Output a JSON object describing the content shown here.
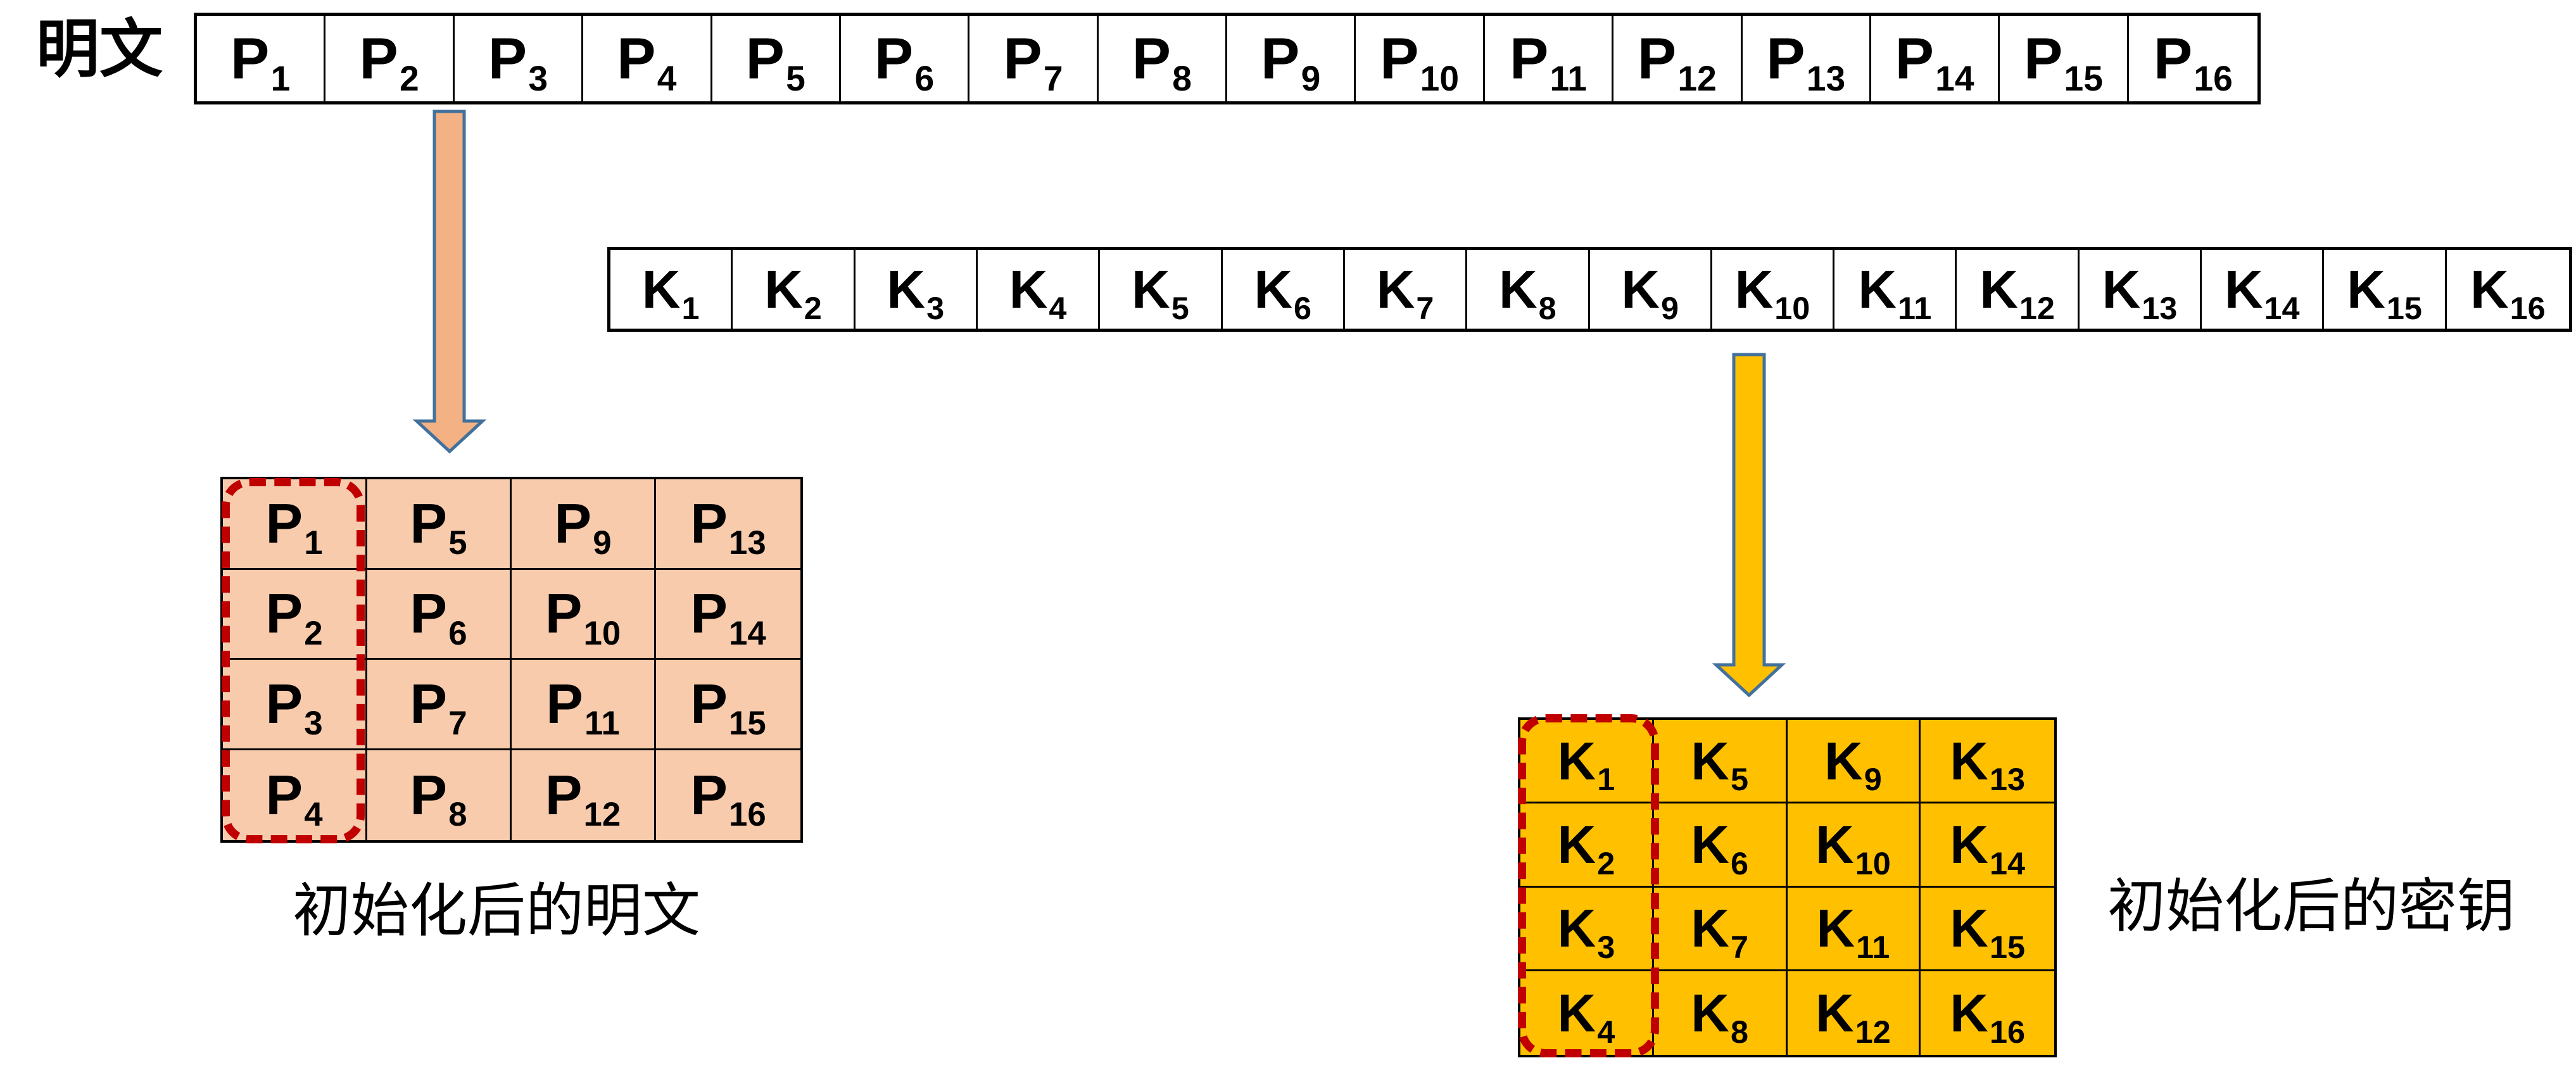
{
  "title_label": "明文",
  "plaintext_row": {
    "letter": "P",
    "indices": [
      "1",
      "2",
      "3",
      "4",
      "5",
      "6",
      "7",
      "8",
      "9",
      "10",
      "11",
      "12",
      "13",
      "14",
      "15",
      "16"
    ]
  },
  "key_row": {
    "letter": "K",
    "indices": [
      "1",
      "2",
      "3",
      "4",
      "5",
      "6",
      "7",
      "8",
      "9",
      "10",
      "11",
      "12",
      "13",
      "14",
      "15",
      "16"
    ]
  },
  "plaintext_matrix": {
    "letter": "P",
    "rows": [
      [
        "1",
        "5",
        "9",
        "13"
      ],
      [
        "2",
        "6",
        "10",
        "14"
      ],
      [
        "3",
        "7",
        "11",
        "15"
      ],
      [
        "4",
        "8",
        "12",
        "16"
      ]
    ],
    "caption": "初始化后的明文",
    "fill_color": "#F8CBAD",
    "highlight": "first column (dashed red outline)"
  },
  "key_matrix": {
    "letter": "K",
    "rows": [
      [
        "1",
        "5",
        "9",
        "13"
      ],
      [
        "2",
        "6",
        "10",
        "14"
      ],
      [
        "3",
        "7",
        "11",
        "15"
      ],
      [
        "4",
        "8",
        "12",
        "16"
      ]
    ],
    "caption": "初始化后的密钥",
    "fill_color": "#FFC000",
    "highlight": "first column (dashed red outline)"
  },
  "arrows": {
    "plaintext_arrow": {
      "fill": "#F4B183",
      "stroke": "#41719C",
      "direction": "down"
    },
    "key_arrow": {
      "fill": "#FFC000",
      "stroke": "#41719C",
      "direction": "down"
    }
  },
  "colors": {
    "highlight_dash": "#C00000",
    "cell_border": "#000000"
  }
}
